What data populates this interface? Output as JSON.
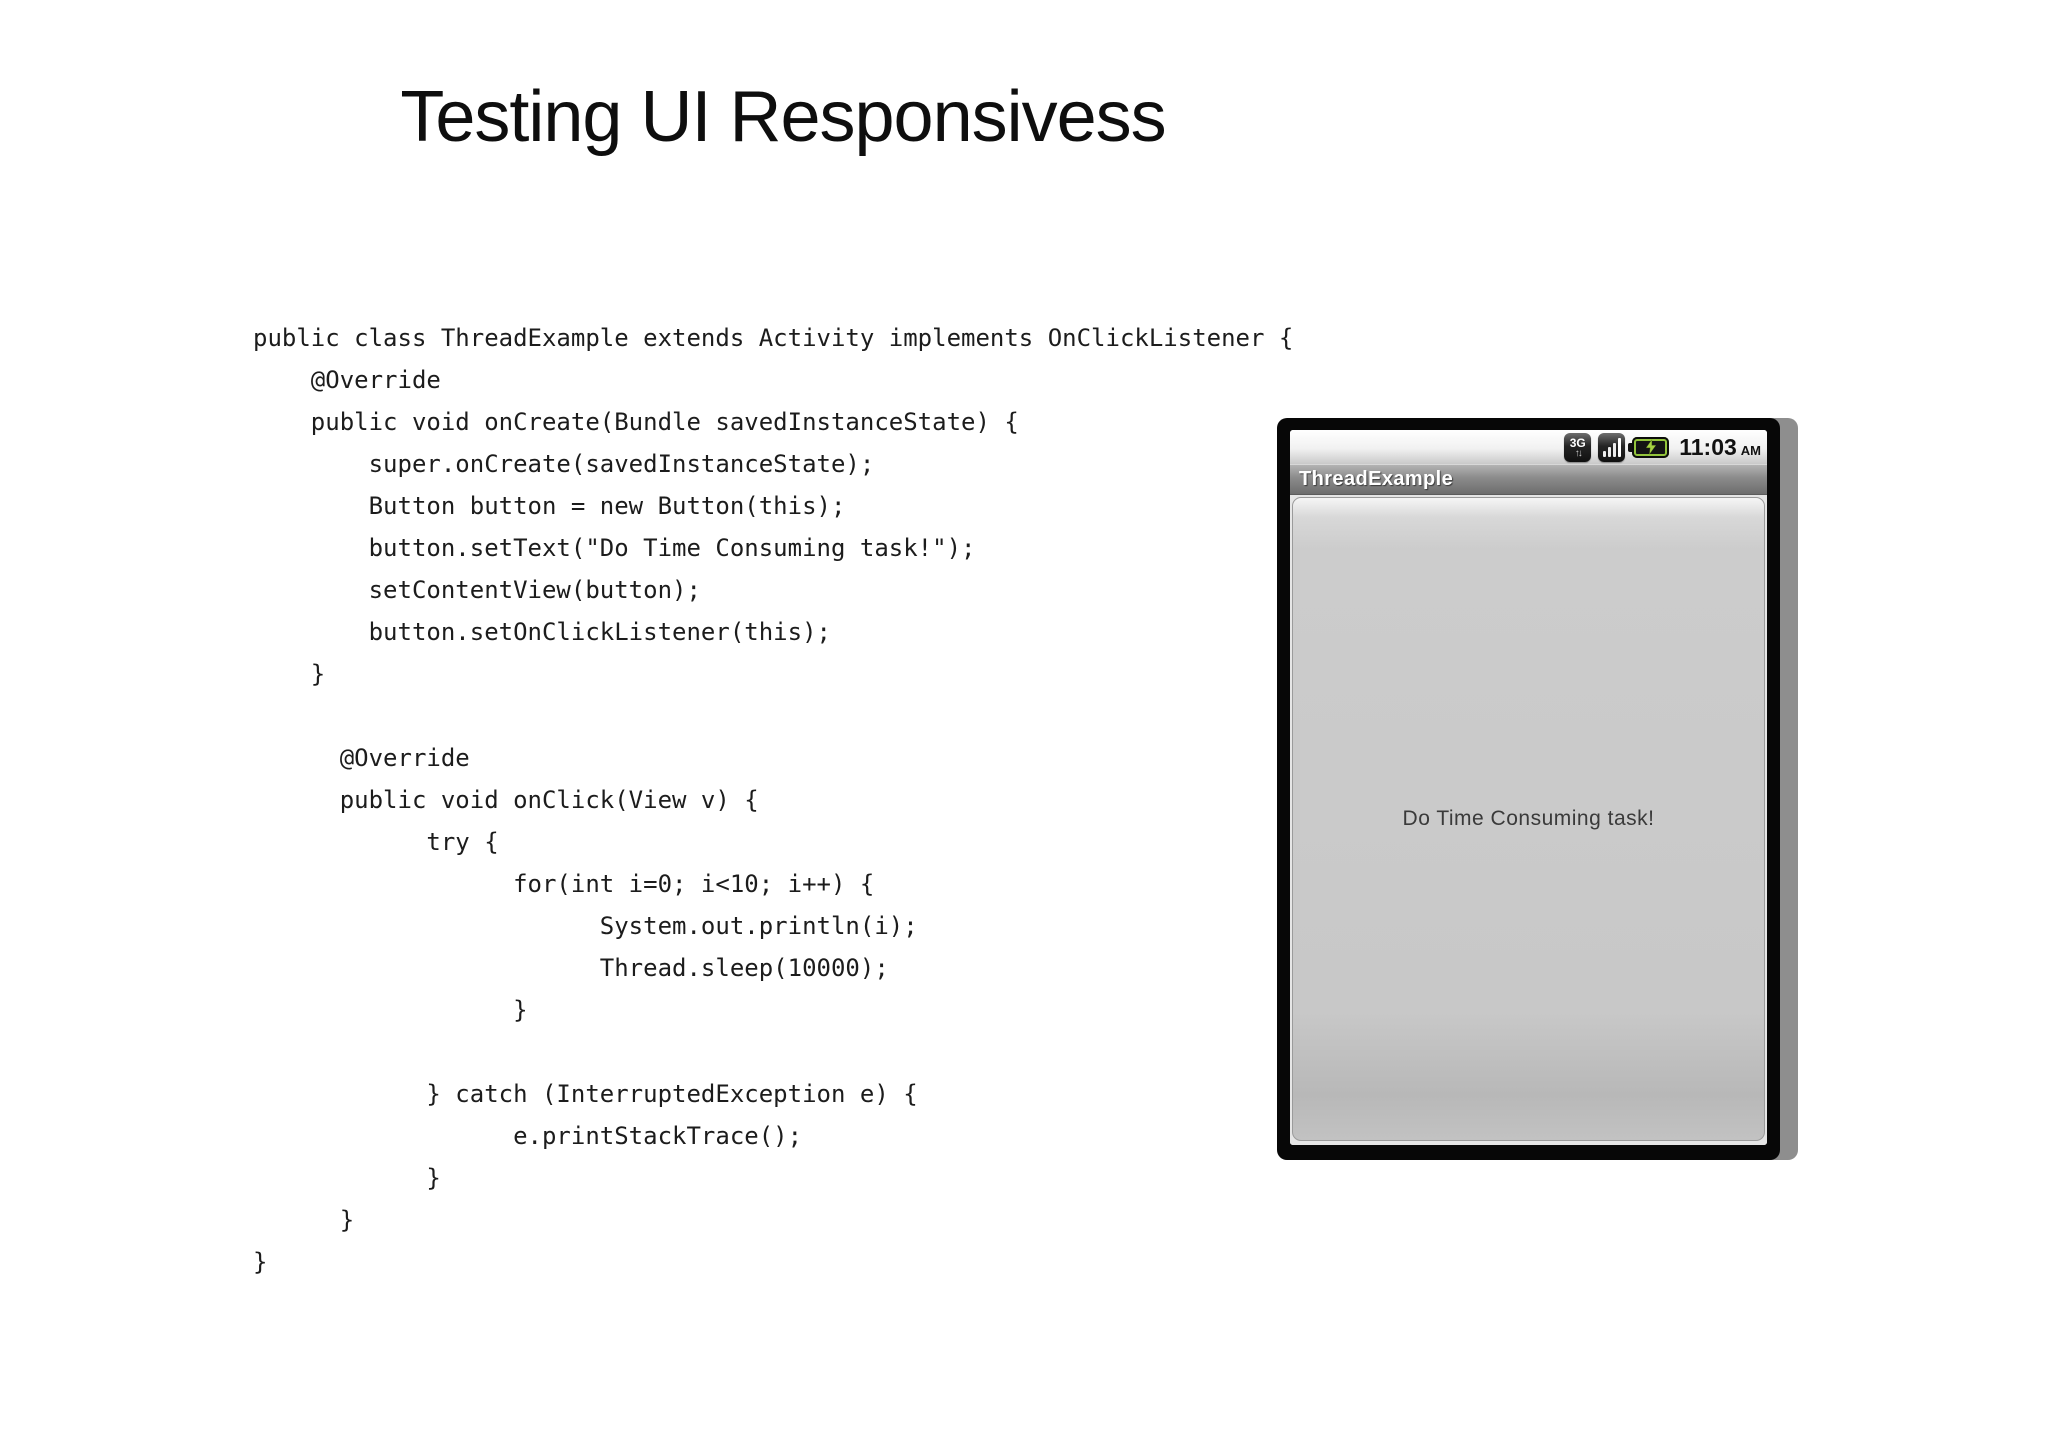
{
  "slide": {
    "title": "Testing UI Responsivess"
  },
  "code": {
    "text": "public class ThreadExample extends Activity implements OnClickListener {\n    @Override\n    public void onCreate(Bundle savedInstanceState) {\n        super.onCreate(savedInstanceState);\n        Button button = new Button(this);\n        button.setText(\"Do Time Consuming task!\");\n        setContentView(button);\n        button.setOnClickListener(this);\n    }\n\n      @Override\n      public void onClick(View v) {\n            try {\n                  for(int i=0; i<10; i++) {\n                        System.out.println(i);\n                        Thread.sleep(10000);\n                  }\n\n            } catch (InterruptedException e) {\n                  e.printStackTrace();\n            }\n      }\n}"
  },
  "phone": {
    "status_bar": {
      "network_badge": "3G",
      "network_arrows": "↑↓",
      "time": "11:03",
      "meridiem": "AM",
      "icons": [
        "data-3g-icon",
        "signal-strength-icon",
        "battery-charging-icon"
      ]
    },
    "title_bar": {
      "app_title": "ThreadExample"
    },
    "content": {
      "button_label": "Do Time Consuming task!"
    }
  },
  "colors": {
    "slide_background": "#ffffff",
    "code_text": "#1c1c1c",
    "phone_frame": "#070707",
    "phone_shadow": "#8e8e8e",
    "title_bar_top": "#b6b6b6",
    "title_bar_bottom": "#6d6d6d",
    "button_face": "#c8c8c8",
    "button_text": "#3a3a3a",
    "battery_green": "#93c43c"
  }
}
